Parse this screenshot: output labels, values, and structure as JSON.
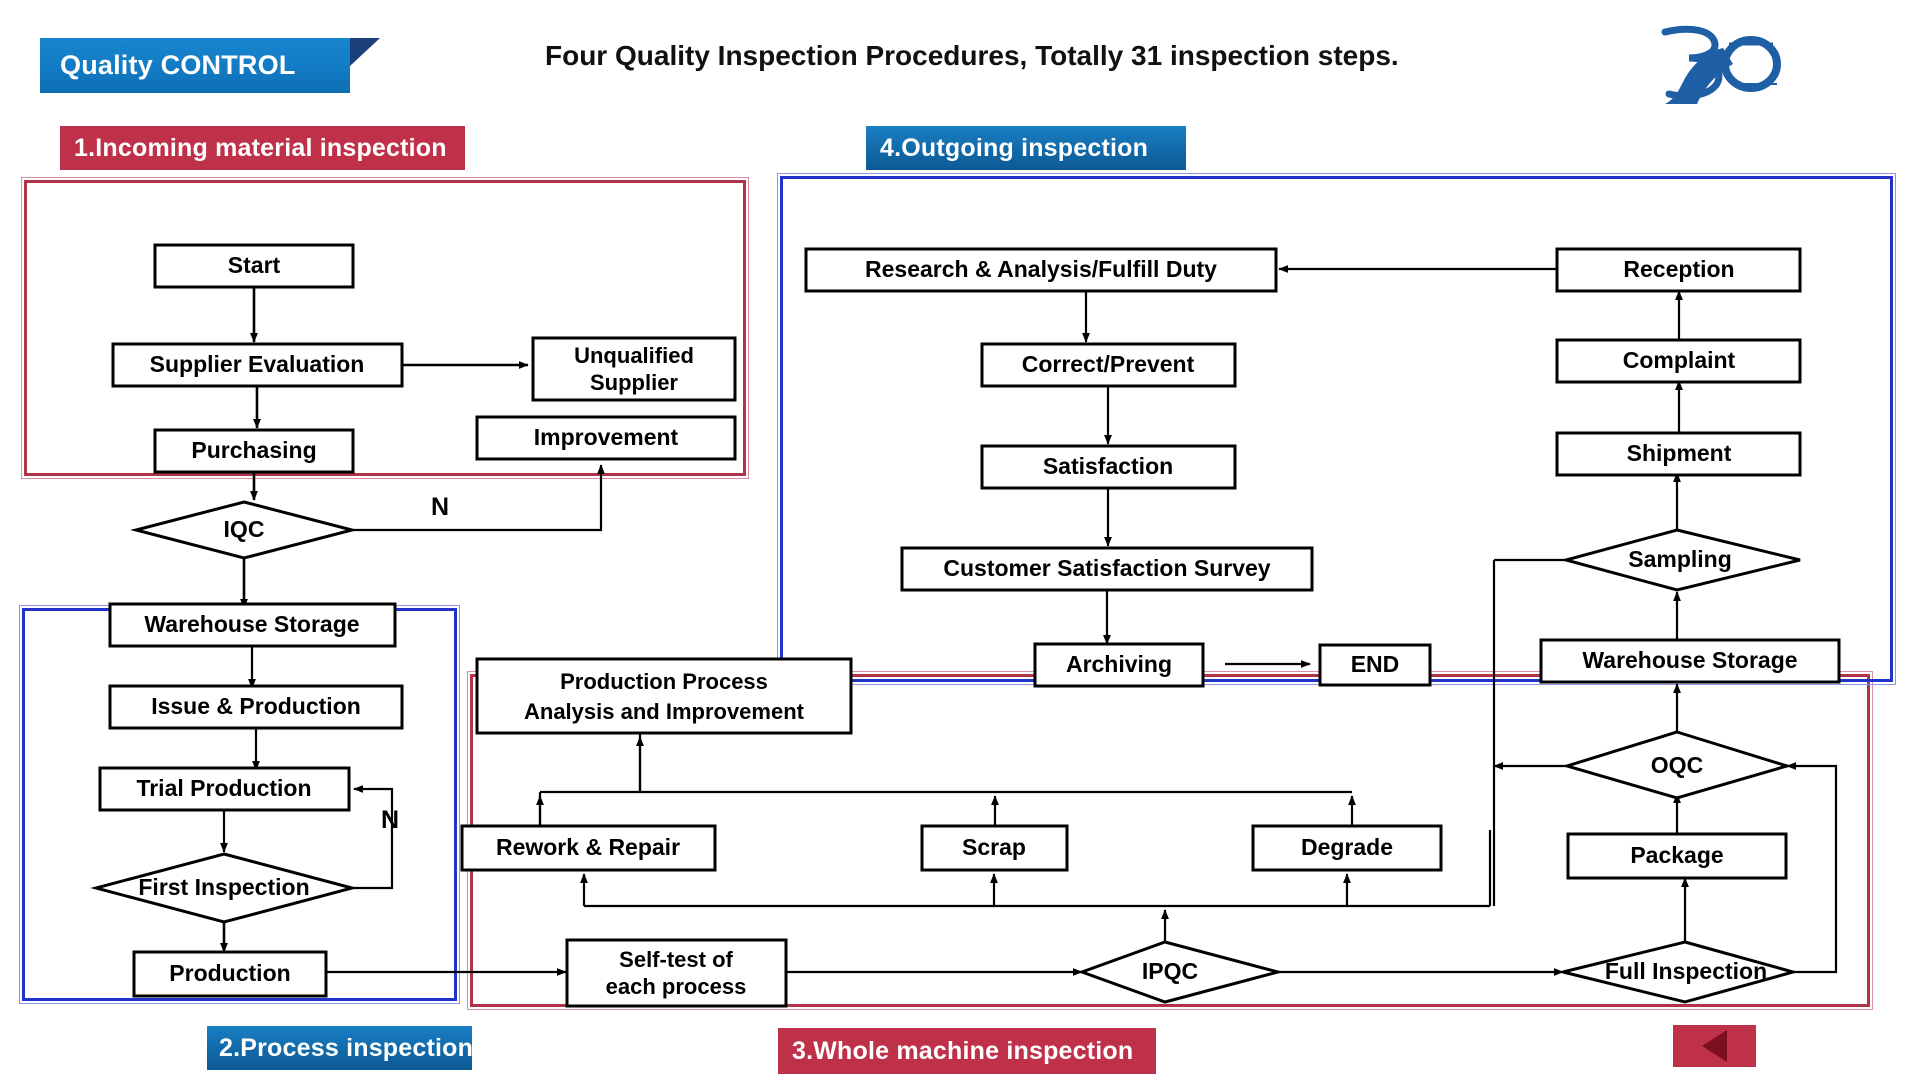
{
  "header": {
    "qc_badge": "Quality CONTROL",
    "title": "Four Quality Inspection Procedures, Totally 31 inspection steps.",
    "logo_text": "30"
  },
  "sections": [
    {
      "id": "sec1",
      "label": "1.Incoming material inspection",
      "color": "#bf3049"
    },
    {
      "id": "sec2",
      "label": "2.Process inspection",
      "color": "#1169a8"
    },
    {
      "id": "sec3",
      "label": "3.Whole machine inspection",
      "color": "#bf3049"
    },
    {
      "id": "sec4",
      "label": "4.Outgoing inspection",
      "color": "#1169a8"
    }
  ],
  "nodes": {
    "start": "Start",
    "supplier_evaluation": "Supplier Evaluation",
    "unqualified_supplier_l1": "Unqualified",
    "unqualified_supplier_l2": "Supplier",
    "improvement": "Improvement",
    "purchasing": "Purchasing",
    "iqc": "IQC",
    "warehouse_storage_1": "Warehouse Storage",
    "issue_production": "Issue & Production",
    "trial_production": "Trial Production",
    "first_inspection": "First Inspection",
    "production": "Production",
    "production_process_l1": "Production Process",
    "production_process_l2": "Analysis and Improvement",
    "rework_repair": "Rework & Repair",
    "scrap": "Scrap",
    "degrade": "Degrade",
    "self_test_l1": "Self-test of",
    "self_test_l2": "each process",
    "ipqc": "IPQC",
    "full_inspection": "Full Inspection",
    "package": "Package",
    "oqc": "OQC",
    "warehouse_storage_2": "Warehouse Storage",
    "sampling": "Sampling",
    "shipment": "Shipment",
    "complaint": "Complaint",
    "reception": "Reception",
    "research_analysis": "Research & Analysis/Fulfill Duty",
    "correct_prevent": "Correct/Prevent",
    "satisfaction": "Satisfaction",
    "customer_survey": "Customer Satisfaction Survey",
    "archiving": "Archiving",
    "end": "END"
  },
  "edge_labels": {
    "iqc_no": "N",
    "first_inspection_no": "N"
  },
  "nav": {
    "back_label": "back-arrow"
  },
  "chart_data": {
    "type": "flowchart",
    "title": "Four Quality Inspection Procedures, Totally 31 inspection steps.",
    "groups": [
      {
        "name": "1.Incoming material inspection",
        "steps": [
          "Start",
          "Supplier Evaluation",
          "Unqualified Supplier",
          "Improvement",
          "Purchasing",
          "IQC",
          "Warehouse Storage"
        ]
      },
      {
        "name": "2.Process inspection",
        "steps": [
          "Issue & Production",
          "Trial Production",
          "First Inspection",
          "Production"
        ]
      },
      {
        "name": "3.Whole machine inspection",
        "steps": [
          "Production Process Analysis and Improvement",
          "Rework & Repair",
          "Scrap",
          "Degrade",
          "Self-test of each process",
          "IPQC",
          "Full Inspection",
          "Package",
          "OQC"
        ]
      },
      {
        "name": "4.Outgoing inspection",
        "steps": [
          "Warehouse Storage",
          "Sampling",
          "Shipment",
          "Complaint",
          "Reception",
          "Research & Analysis/Fulfill Duty",
          "Correct/Prevent",
          "Satisfaction",
          "Customer Satisfaction Survey",
          "Archiving",
          "END"
        ]
      }
    ],
    "decisions": [
      "IQC",
      "First Inspection",
      "IPQC",
      "Full Inspection",
      "OQC",
      "Sampling"
    ],
    "branch_labels": [
      "N",
      "N"
    ]
  }
}
